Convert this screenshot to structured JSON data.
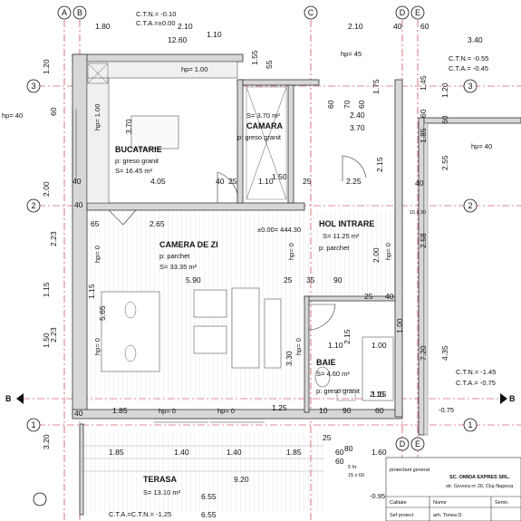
{
  "axes": {
    "columns": [
      "A",
      "B",
      "C",
      "D",
      "E"
    ],
    "rows": [
      "3",
      "2",
      "1"
    ]
  },
  "levels": {
    "ctn_top": "C.T.N.= -0.10",
    "cta_top": "C.T.A.=±0.00",
    "ctn_right": "C.T.N.= -0.55",
    "cta_right": "C.T.A.= -0.45",
    "ctn_lower_right": "C.T.N.= -1.45",
    "cta_lower_right": "C.T.A.= -0.75",
    "bottom": "C.T.A.=C.T.N.= -1.25",
    "floor_zero": "±0.00= 444.30",
    "minus_075": "-0.75",
    "minus_095": "-0.95"
  },
  "rooms": [
    {
      "name": "BUCATARIE",
      "floor": "p: greso granit",
      "area": "S= 16.45 m²"
    },
    {
      "name": "CAMARA",
      "floor": "p: greso granit",
      "area": "S= 3.70 m²"
    },
    {
      "name": "CAMERA DE ZI",
      "floor": "p: parchet",
      "area": "S= 33.35 m²"
    },
    {
      "name": "HOL INTRARE",
      "floor": "p: parchet",
      "area": "S= 11.25 m²"
    },
    {
      "name": "BAIE",
      "floor": "p: greso granit",
      "area": "S= 4.60 m²"
    },
    {
      "name": "TERASA",
      "floor": "",
      "area": "S= 13.10 m²"
    }
  ],
  "sill_heights": {
    "hp_1": "hp= 1.00",
    "hp_1v": "hp= 1.00",
    "hp_45": "hp= 45",
    "hp_40_left": "hp= 40",
    "hp_40_right": "hp= 40",
    "hp_0_a": "hp= 0",
    "hp_0_b": "hp= 0",
    "hp_0_c": "hp= 0",
    "hp_0_d": "hp= 0",
    "hp_0_e": "hp= 0",
    "hp_0_f": "hp= 0",
    "hp_0_g": "hp= 0"
  },
  "dimensions": {
    "top": [
      "1.80",
      "2.10",
      "2.10",
      "40",
      "60",
      "12.60",
      "1.10",
      "3.40"
    ],
    "left": [
      "1.20",
      "60",
      "2.00",
      "40",
      "2.23",
      "1.15",
      "2.23",
      "1.50",
      "3.20",
      "40"
    ],
    "right": [
      "1.75",
      "1.20",
      "1.85",
      "2.55",
      "2.58",
      "7.20",
      "4.35",
      "2.00",
      "1.45",
      "60",
      "60",
      "40"
    ],
    "interior": [
      "4.05",
      "40",
      "25",
      "1.10",
      "25",
      "2.25",
      "2.15",
      "65",
      "2.65",
      "5.90",
      "25",
      "35",
      "90",
      "1.50",
      "3.70",
      "2.40",
      "60",
      "70",
      "60",
      "1.10",
      "2.15",
      "1.00",
      "3.30",
      "5.65",
      "1.15",
      "1.85",
      "1.25",
      "10",
      "90",
      "60",
      "25",
      "40",
      "40",
      "15 x 30",
      "1.00",
      "1.15",
      "25",
      "15 x 60",
      "3.70",
      "1.55",
      "5 hr",
      "80",
      "55"
    ],
    "terrace": [
      "1.85",
      "1.40",
      "1.40",
      "1.85",
      "60",
      "60",
      "1.60",
      "2.15",
      "9.20",
      "6.55",
      "6.55"
    ]
  },
  "title_block": {
    "designer_label": "proiectant general",
    "company": "SC. OMIDA EXPRES SRL.",
    "address": "str. Govora nr 20, Cluj-Napoca",
    "col_name": "Nume",
    "col_sign": "Semn.",
    "row1": "Calitate",
    "row2": "Sef proiect",
    "architect": "arh. Tonea D."
  },
  "section_label": "B"
}
